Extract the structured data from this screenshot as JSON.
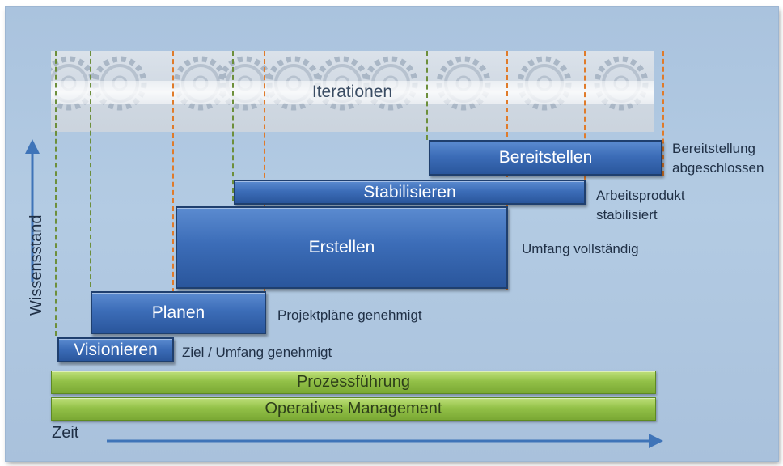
{
  "iterations_label": "Iterationen",
  "phases": {
    "visionieren": "Visionieren",
    "planen": "Planen",
    "erstellen": "Erstellen",
    "stabilisieren": "Stabilisieren",
    "bereitstellen": "Bereitstellen"
  },
  "milestones": {
    "ziel": "Ziel / Umfang genehmigt",
    "projektplaene": "Projektpläne genehmigt",
    "umfang": "Umfang vollständig",
    "arbeitsprodukt_1": "Arbeitsprodukt",
    "arbeitsprodukt_2": "stabilisiert",
    "bereitstellung_1": "Bereitstellung",
    "bereitstellung_2": "abgeschlossen"
  },
  "bottom_bars": {
    "prozess": "Prozessführung",
    "operativ": "Operatives Management"
  },
  "axes": {
    "y_label": "Wissensstand",
    "x_label": "Zeit"
  },
  "colors": {
    "phase_blue": "#3c6db8",
    "management_green": "#93c148",
    "dash_green": "#6d8f3b",
    "dash_orange": "#e07b2a",
    "arrow_blue": "#3f74b8"
  },
  "icons": [
    "gear-icon"
  ]
}
